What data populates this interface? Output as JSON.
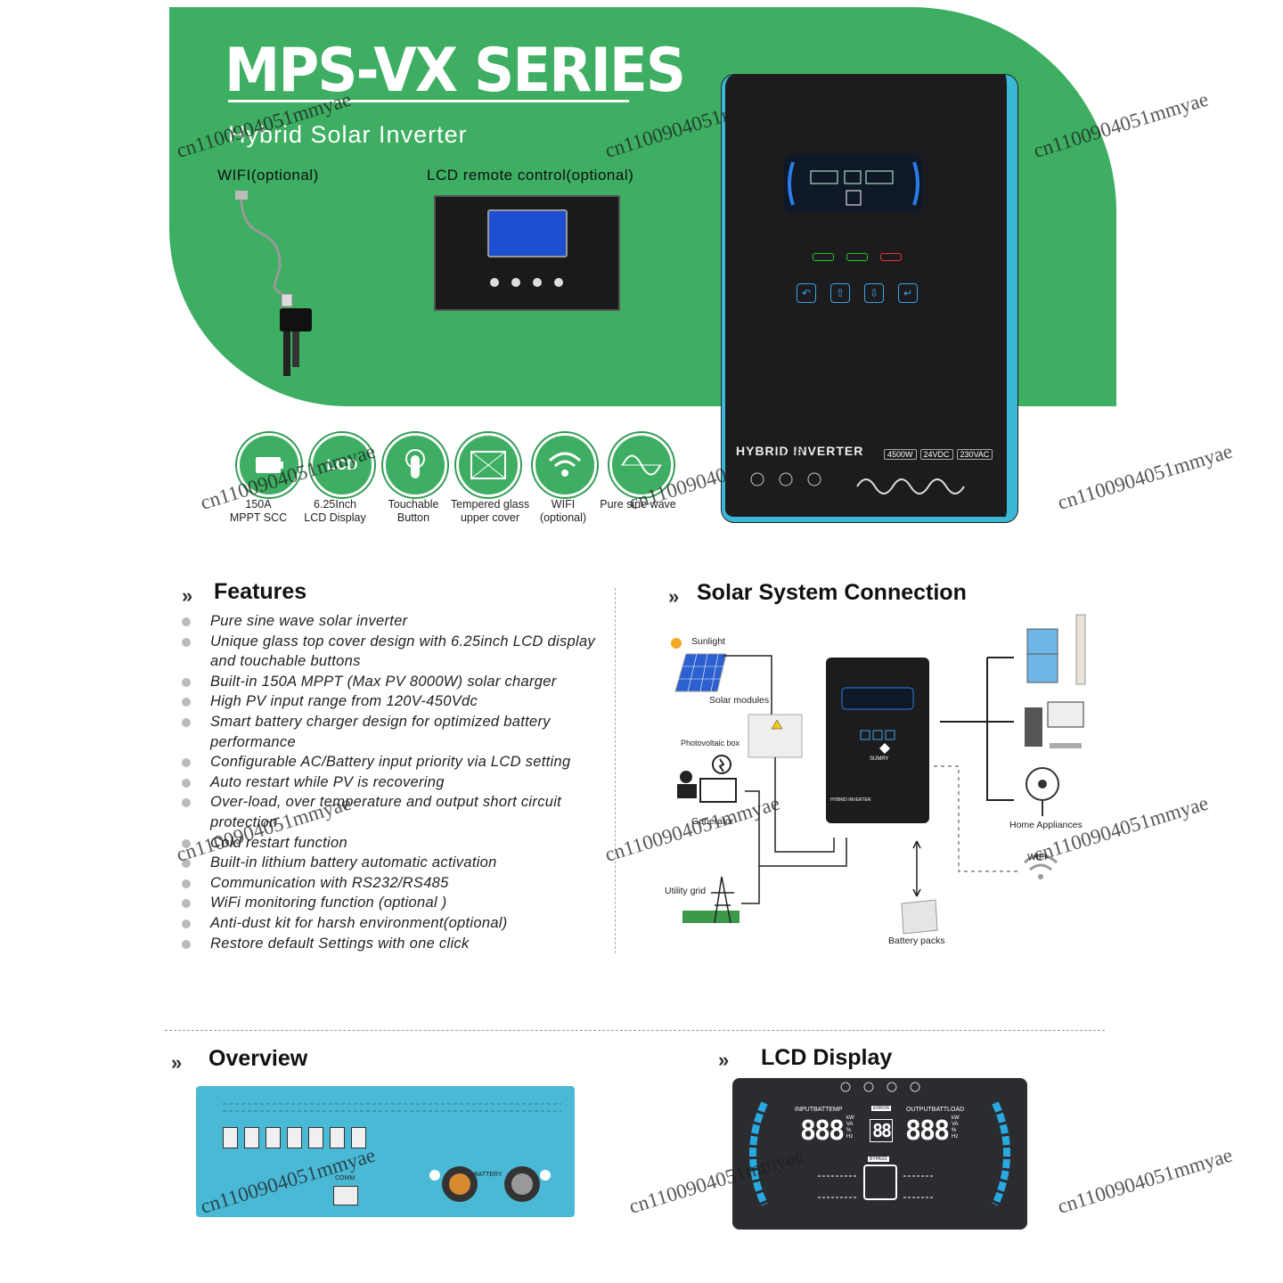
{
  "hero": {
    "title": "MPS-VX SERIES",
    "subtitle": "Hybrid Solar Inverter",
    "wifi_label": "WIFI(optional)",
    "lcd_remote_label": "LCD remote control(optional)"
  },
  "inverter": {
    "brand": "HYBRID INVERTER",
    "specs": [
      "4500W",
      "24VDC",
      "230VAC"
    ],
    "buttons": [
      "↶",
      "⇧",
      "⇩",
      "↵"
    ]
  },
  "features_icons": [
    {
      "icon": "battery-icon",
      "line1": "150A",
      "line2": "MPPT SCC"
    },
    {
      "icon": "lcd-icon",
      "line1": "6.25Inch",
      "line2": "LCD Display",
      "glyph": "LCD"
    },
    {
      "icon": "touch-icon",
      "line1": "Touchable",
      "line2": "Button"
    },
    {
      "icon": "glass-icon",
      "line1": "Tempered glass",
      "line2": "upper cover"
    },
    {
      "icon": "wifi-icon",
      "line1": "WIFI",
      "line2": "(optional)"
    },
    {
      "icon": "sine-wave-icon",
      "line1": "Pure sine wave",
      "line2": ""
    }
  ],
  "features": {
    "title": "Features",
    "items": [
      "Pure sine wave solar inverter",
      "Unique glass top cover design with 6.25inch LCD display and touchable buttons",
      "Built-in 150A MPPT (Max PV 8000W) solar charger",
      "High PV input range from 120V-450Vdc",
      "Smart battery charger design for optimized battery performance",
      "Configurable AC/Battery input priority via LCD setting",
      "Auto restart while PV is recovering",
      "Over-load, over temperature and output short circuit protection",
      "Cold restart function",
      "Built-in lithium battery automatic activation",
      "Communication with RS232/RS485",
      "WiFi monitoring function (optional )",
      "Anti-dust kit for harsh environment(optional)",
      "Restore default Settings with one click"
    ]
  },
  "connection": {
    "title": "Solar System Connection",
    "labels": {
      "sunlight": "Sunlight",
      "solar_modules": "Solar modules",
      "pv_box": "Photovoltaic box",
      "generator": "Generator",
      "utility_grid": "Utility grid",
      "battery_packs": "Battery packs",
      "home_appliances": "Home Appliances",
      "wifi": "WIFI",
      "mini_brand": "SUMRY",
      "mini_inverter": "HYBRID INVERTER"
    }
  },
  "overview": {
    "title": "Overview",
    "labels": {
      "comm": "COMM",
      "battery": "BATTERY"
    }
  },
  "lcd_display": {
    "title": "LCD Display",
    "input_label": "INPUTBATTEMP",
    "output_label": "OUTPUTBATTLOAD",
    "bypass": "BYPASS",
    "error": "ERROR",
    "digits_left": "888",
    "digits_mid": "88",
    "digits_right": "888",
    "units": [
      "kW",
      "VA",
      "%",
      "Hz"
    ]
  },
  "watermark": "cn1100904051mmyae",
  "colors": {
    "green": "#3dae62",
    "cyan": "#3bb8d8",
    "dark": "#1c1c1e"
  }
}
